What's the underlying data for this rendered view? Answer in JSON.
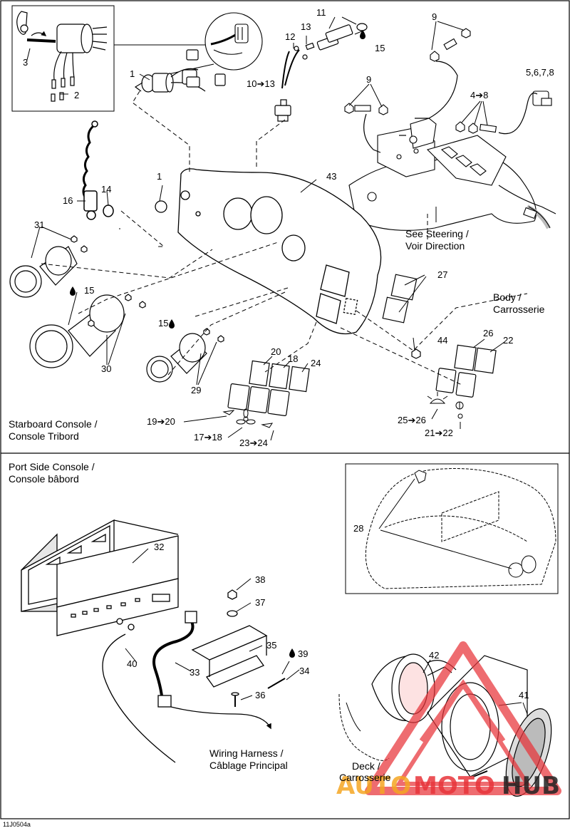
{
  "diagram": {
    "callouts": {
      "c1a": "1",
      "c1b": "1",
      "c2": "2",
      "c3": "3",
      "c9a": "9",
      "c9b": "9",
      "c11": "11",
      "c12": "12",
      "c13": "13",
      "c14": "14",
      "c15a": "15",
      "c15b": "15",
      "c15c": "15",
      "c16": "16",
      "c10to13": "10➔13",
      "c4to8": "4➔8",
      "c5678": "5,6,7,8",
      "c43": "43",
      "c27": "27",
      "c31": "31",
      "c30": "30",
      "c29": "29",
      "c20": "20",
      "c18": "18",
      "c24": "24",
      "c26": "26",
      "c22": "22",
      "c44": "44",
      "c19to20": "19➔20",
      "c17to18": "17➔18",
      "c23to24": "23➔24",
      "c25to26": "25➔26",
      "c21to22": "21➔22",
      "c32": "32",
      "c38": "38",
      "c37": "37",
      "c35": "35",
      "c39": "39",
      "c34": "34",
      "c36": "36",
      "c33": "33",
      "c40": "40",
      "c28": "28",
      "c42": "42",
      "c41": "41"
    },
    "captions": {
      "steering_1": "See  Steering /",
      "steering_2": "Voir Direction",
      "body_1": "Body /",
      "body_2": "Carrosserie",
      "starboard_1": "Starboard Console /",
      "starboard_2": "Console Tribord",
      "port_1": "Port Side Console /",
      "port_2": "Console bâbord",
      "harness_1": "Wiring Harness /",
      "harness_2": "Câblage Principal",
      "deck_1": "Deck /",
      "deck_2": "Carrosserie"
    },
    "figure_code": "11J0504a",
    "watermark": {
      "part1": "AUTO",
      "part2": "MOTO",
      "part3": "HUB",
      "color_orange": "#f5a623",
      "color_red": "#e8343a",
      "color_dark": "#222222"
    }
  }
}
